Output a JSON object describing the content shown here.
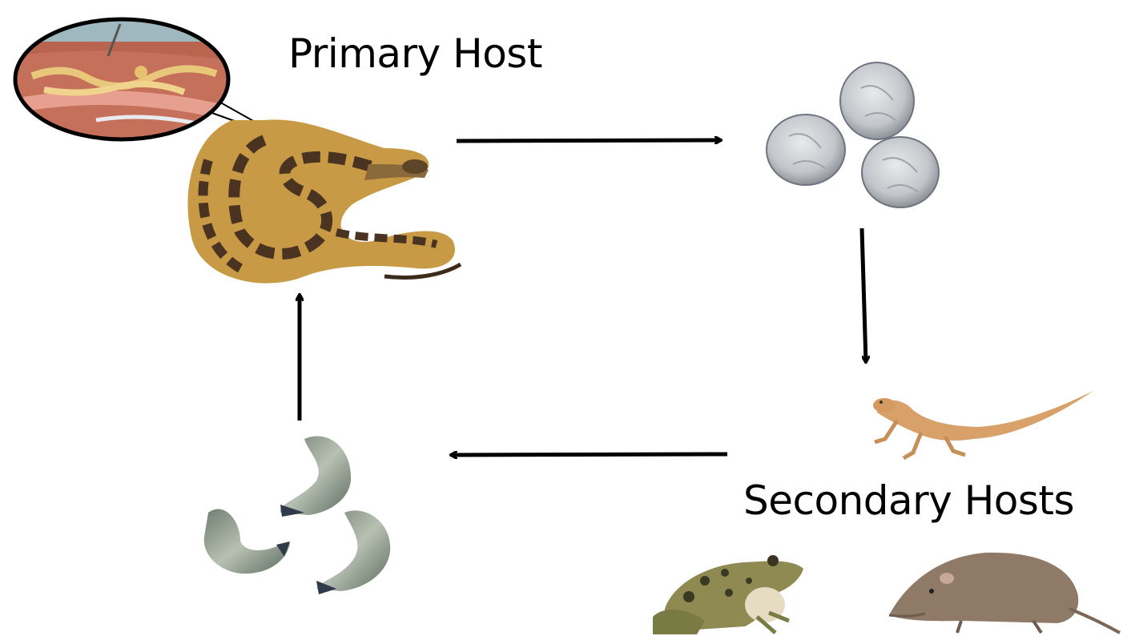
{
  "labels": {
    "primary_host": "Primary Host",
    "secondary_hosts": "Secondary Hosts"
  },
  "colors": {
    "arrow": "#000000",
    "python_base": "#c99a45",
    "python_blotch": "#4a3320",
    "egg": "#c7cbcf",
    "larva": "#8a9a84",
    "lizard": "#d9a16a",
    "frog": "#8e8a52",
    "shrew": "#8f7a68",
    "tissue": "#c4705a",
    "worm": "#e9c77a"
  },
  "icons": {
    "worms_in_tissue": "worm-tissue-inset",
    "python": "python-image",
    "eggs": "egg-cluster",
    "lizard": "lizard-image",
    "frog": "frog-image",
    "shrew": "shrew-image",
    "larvae": "larvae-cluster"
  }
}
